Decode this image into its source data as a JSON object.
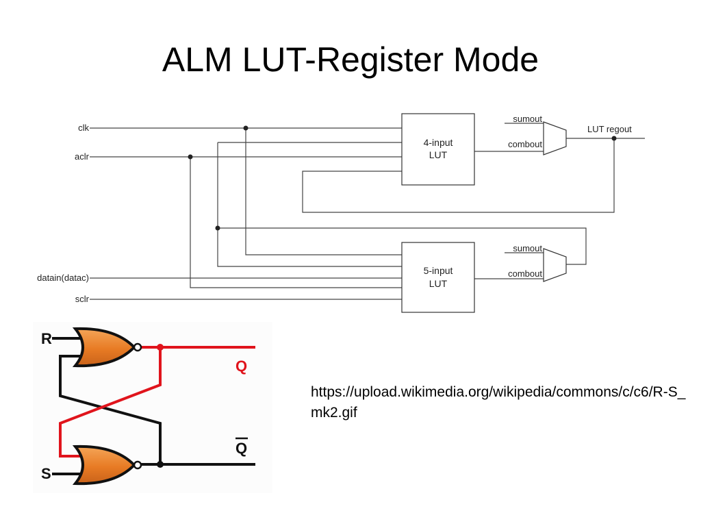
{
  "slide": {
    "title": "ALM LUT-Register Mode",
    "source_url": "https://upload.wikimedia.org/wikipedia/commons/c/c6/R-S_mk2.gif"
  },
  "alm_diagram": {
    "inputs": {
      "clk": "clk",
      "aclr": "aclr",
      "datain": "datain(datac)",
      "sclr": "sclr"
    },
    "lut_top": {
      "line1": "4-input",
      "line2": "LUT"
    },
    "lut_bottom": {
      "line1": "5-input",
      "line2": "LUT"
    },
    "mux_top": {
      "in_sum": "sumout",
      "in_comb": "combout"
    },
    "mux_bottom": {
      "in_sum": "sumout",
      "in_comb": "combout"
    },
    "output": "LUT regout"
  },
  "latch_diagram": {
    "input_r": "R",
    "input_s": "S",
    "output_q": "Q",
    "output_qbar": "Q",
    "colors": {
      "gate_fill": "#e87b24",
      "gate_highlight": "#f6b06a",
      "active_wire": "#e0141c",
      "inactive_wire": "#111111",
      "background": "#fcfcfc"
    }
  }
}
